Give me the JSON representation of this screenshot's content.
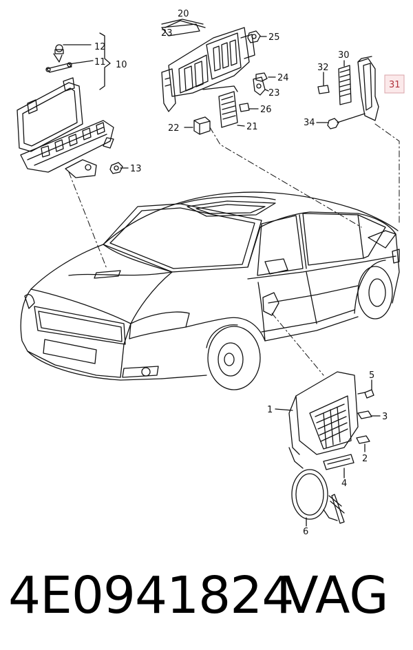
{
  "callouts": {
    "c1": "1",
    "c2": "2",
    "c3": "3",
    "c4": "4",
    "c5": "5",
    "c6": "6",
    "c10": "10",
    "c11": "11",
    "c12": "12",
    "c13": "13",
    "c20": "20",
    "c21": "21",
    "c22": "22",
    "c23a": "23",
    "c23b": "23",
    "c24": "24",
    "c25": "25",
    "c26": "26",
    "c30": "30",
    "c31": "31",
    "c32": "32",
    "c34": "34"
  },
  "highlight": {
    "callout": "31",
    "color": "#fbe9ea",
    "border": "#d9a3a8",
    "text_color": "#b0323c"
  },
  "footer": {
    "part_number": "4E0941824",
    "brand": "VAG"
  }
}
